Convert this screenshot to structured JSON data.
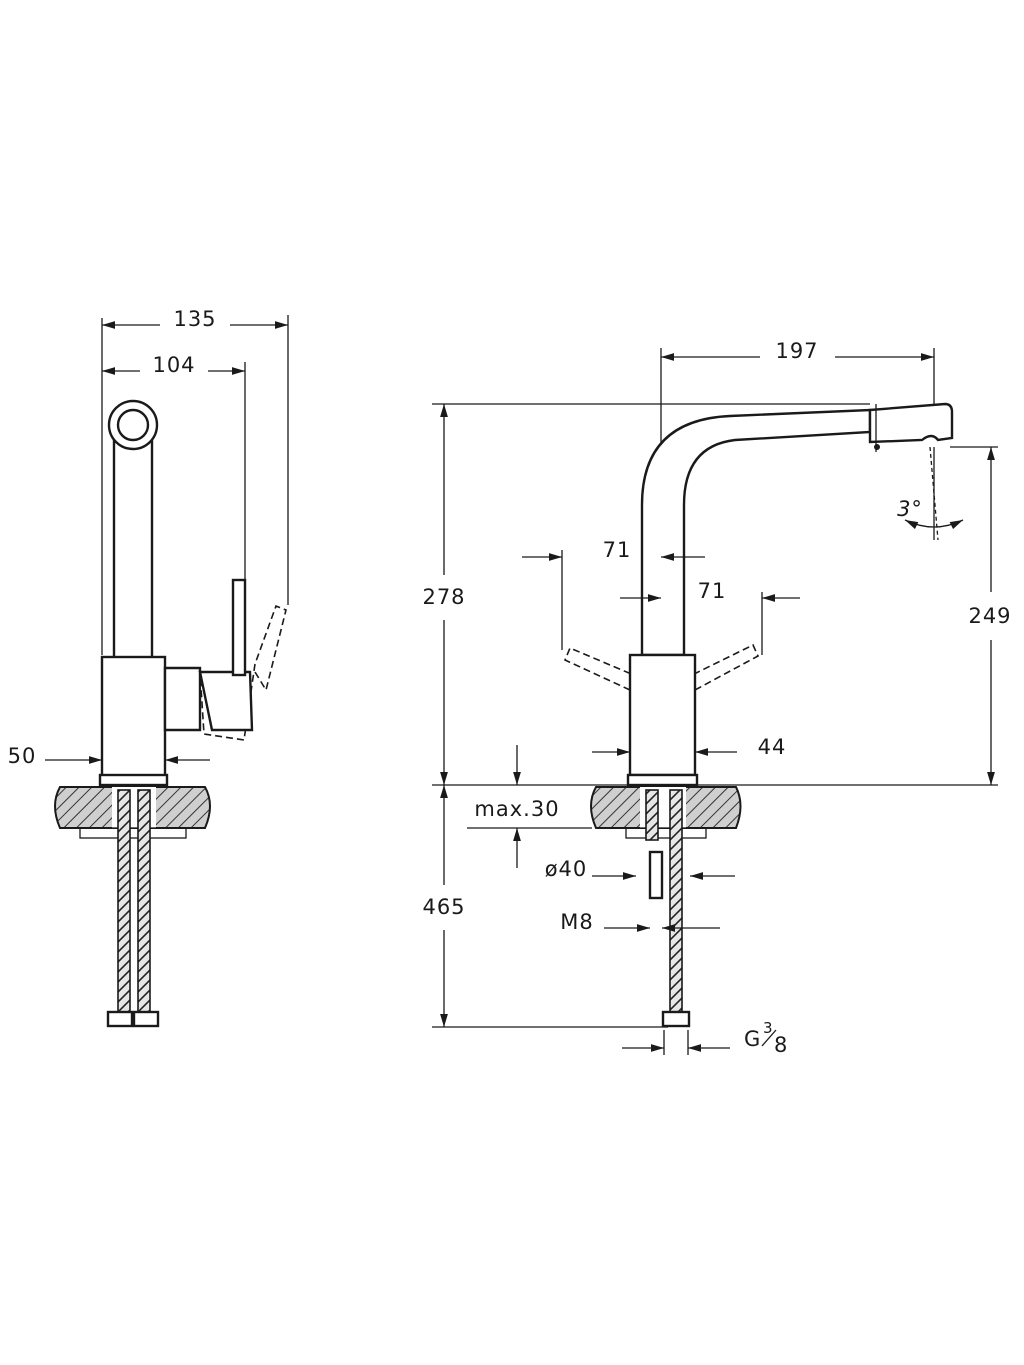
{
  "side_view": {
    "dims": {
      "overall_width": "135",
      "handle_width": "104",
      "base_diameter": "50"
    }
  },
  "front_view": {
    "dims": {
      "spout_reach": "197",
      "total_height": "278",
      "spout_height": "249",
      "lever_swing_left": "71",
      "lever_swing_right": "71",
      "spout_angle": "3°",
      "body_diameter": "44",
      "max_counter_thickness": "max.30",
      "hole_diameter": "ø40",
      "stud_thread": "M8",
      "hose_length": "465",
      "connection_thread_prefix": "G",
      "connection_thread_num": "3",
      "connection_thread_den": "8"
    }
  }
}
